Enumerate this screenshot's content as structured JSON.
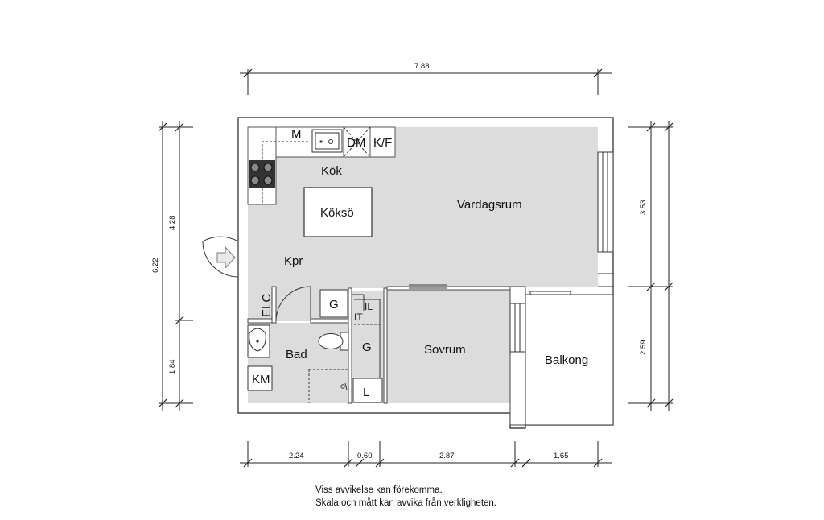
{
  "rooms": {
    "kok": "Kök",
    "kokso": "Köksö",
    "vardagsrum": "Vardagsrum",
    "kpr": "Kpr",
    "bad": "Bad",
    "sovrum": "Sovrum",
    "balkong": "Balkong"
  },
  "fixtures": {
    "m": "M",
    "dm": "DM",
    "kf": "K/F",
    "elc": "ELC",
    "g_hall": "G",
    "il": "IL",
    "it": "IT",
    "g_closet": "G",
    "l": "L",
    "km": "KM"
  },
  "dimensions": {
    "top_width": "7.88",
    "left_upper": "4.28",
    "left_lower": "1.84",
    "left_total": "6.22",
    "right_upper": "3.53",
    "right_lower": "2.59",
    "bottom_1": "2.24",
    "bottom_2": "0.60",
    "bottom_3": "2.87",
    "bottom_4": "1.65"
  },
  "disclaimer": {
    "line1": "Viss avvikelse kan förekomma.",
    "line2": "Skala och mått kan avvika från verkligheten."
  }
}
